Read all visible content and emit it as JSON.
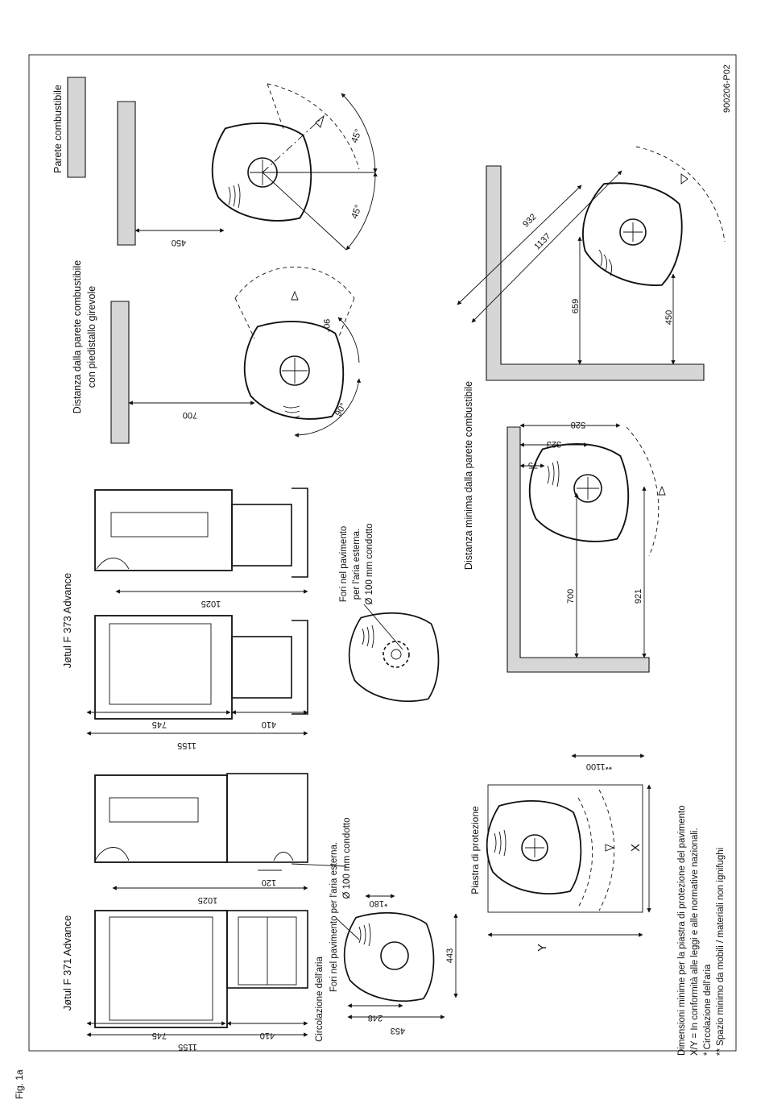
{
  "fig_label": "Fig. 1a",
  "drawing_code": "900206-P02",
  "models": {
    "f371": "Jøtul F 371 Advance",
    "f373": "Jøtul F 373 Advance"
  },
  "dimensions": {
    "d1155": "1155",
    "d745": "745",
    "d410": "410",
    "d1025": "1025",
    "d120": "120",
    "d453": "453",
    "d248": "248",
    "d443": "443",
    "d180": "*180",
    "d1100": "**1100",
    "d700": "700",
    "d921": "921",
    "d75": "75",
    "d323": "323",
    "d528": "528",
    "d659": "659",
    "d450": "450",
    "d932": "932",
    "d1137": "1137"
  },
  "angles": {
    "a90": "90°",
    "a45": "45°"
  },
  "labels": {
    "circolazione": "Circolazione dell'aria",
    "fori_371_line1": "Fori nel pavimento per l'aria esterna.",
    "fori_371_line2": "Ø 100 mm condotto",
    "fori_373_line1": "Fori nel pavimento",
    "fori_373_line2": "per l'aria esterna.",
    "fori_373_line3": "Ø 100 mm condotto",
    "piastra": "Piastra di protezione",
    "axis_x": "X",
    "axis_y": "Y",
    "distanza_minima": "Distanza minima dalla parete combustibile",
    "distanza_girevole_line1": "Distanza dalla parete combustibile",
    "distanza_girevole_line2": "con piedistallo girevole",
    "parete_combustibile": "Parete combustibile"
  },
  "notes": [
    "Dimensioni minime per la piastra di protezione del pavimento",
    "X/Y = In conformità alle leggi e alle normative nazionali.",
    "* Circolazione dell'aria",
    "** Spazio minimo da mobili / materiali non ignifughi"
  ]
}
